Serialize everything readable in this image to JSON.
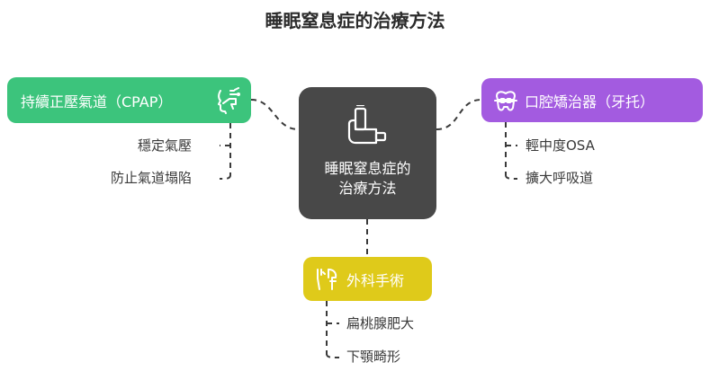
{
  "title": "睡眠窒息症的治療方法",
  "center": {
    "label": "睡眠窒息症的治療方法"
  },
  "branches": {
    "cpap": {
      "label": "持續正壓氣道（CPAP）",
      "color": "#3cc47c",
      "items": [
        "穩定氣壓",
        "防止氣道塌陷"
      ]
    },
    "oral": {
      "label": "口腔矯治器（牙托）",
      "color": "#a35be0",
      "items": [
        "輕中度OSA",
        "擴大呼吸道"
      ]
    },
    "surgery": {
      "label": "外科手術",
      "color": "#dfca1a",
      "items": [
        "扁桃腺肥大",
        "下顎畸形"
      ]
    }
  },
  "icons": {
    "center": "inhaler-icon",
    "cpap": "breathing-icon",
    "oral": "teeth-braces-icon",
    "surgery": "surgical-tools-icon"
  }
}
